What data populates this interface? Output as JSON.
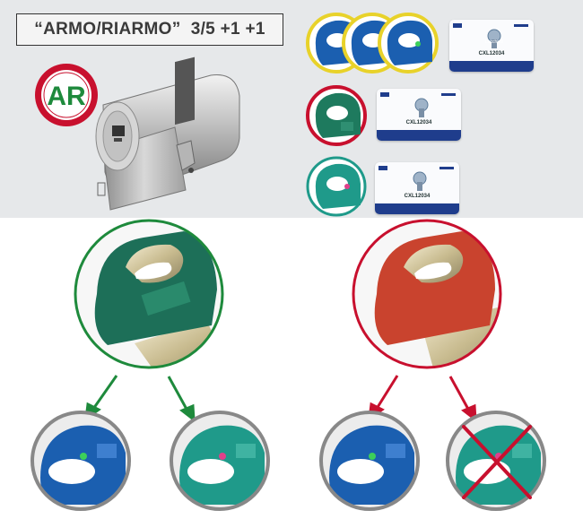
{
  "header": {
    "title": "“ARMO/RIARMO”  3/5 +1 +1"
  },
  "badge": {
    "label": "AR",
    "colors": {
      "red": "#c8102e",
      "green": "#1e8a3c"
    }
  },
  "cards": [
    {
      "code": "CXL12034"
    },
    {
      "code": "CXL12034"
    },
    {
      "code": "CXL12034"
    }
  ],
  "key_colors": {
    "blue": "#1b5fb0",
    "teal": "#1f9a8a",
    "green": "#1e7a5e",
    "red": "#c9432e"
  },
  "icons": [
    "cylinder-lock-icon",
    "key-icon",
    "security-card-icon",
    "arrow-icon",
    "cross-icon"
  ]
}
